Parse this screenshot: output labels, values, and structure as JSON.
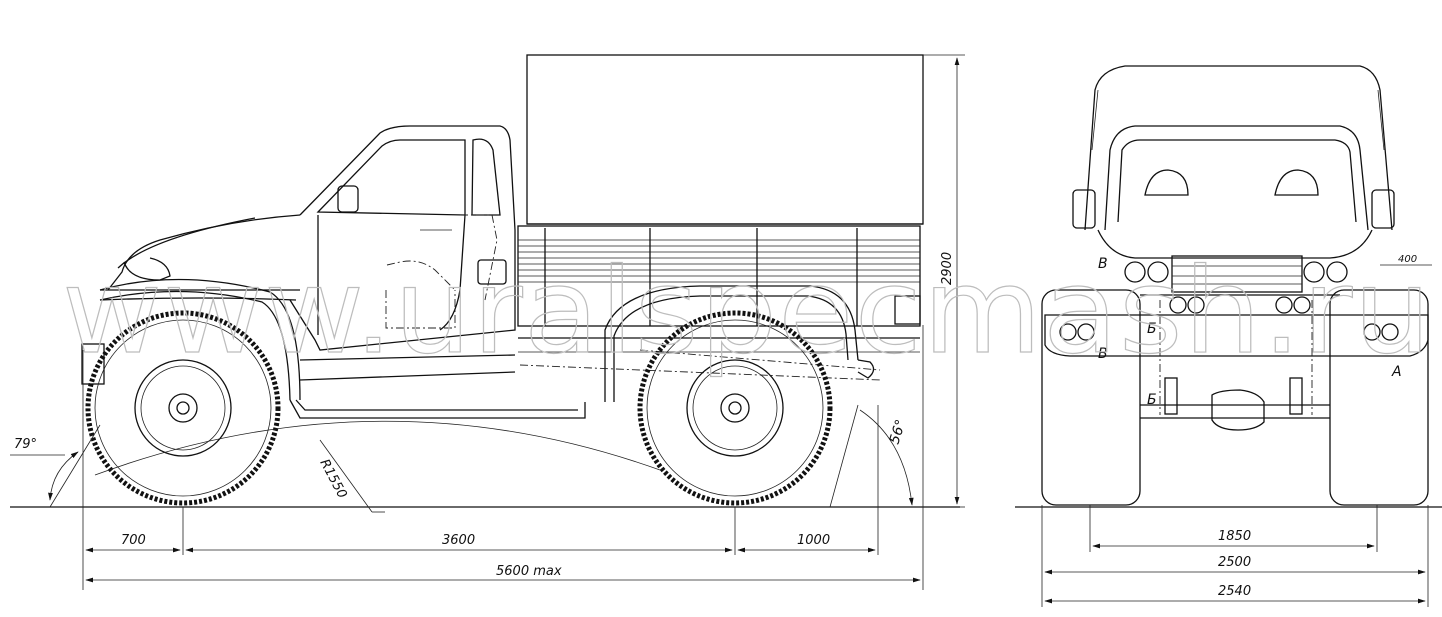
{
  "watermark": "www.uralspecmash.ru",
  "side_view": {
    "dimensions": {
      "front_overhang": "700",
      "wheelbase": "3600",
      "rear_overhang": "1000",
      "overall_length": "5600 max",
      "height": "2900",
      "approach_angle": "79°",
      "departure_angle": "56°",
      "ramp_radius": "R1550"
    }
  },
  "front_view": {
    "dimensions": {
      "track_inner": "1850",
      "track": "2500",
      "overall_width": "2540",
      "mirror_offset": "400"
    },
    "callouts": {
      "a": "А",
      "b1": "Б",
      "b2": "Б",
      "v1": "В",
      "v2": "В"
    }
  }
}
